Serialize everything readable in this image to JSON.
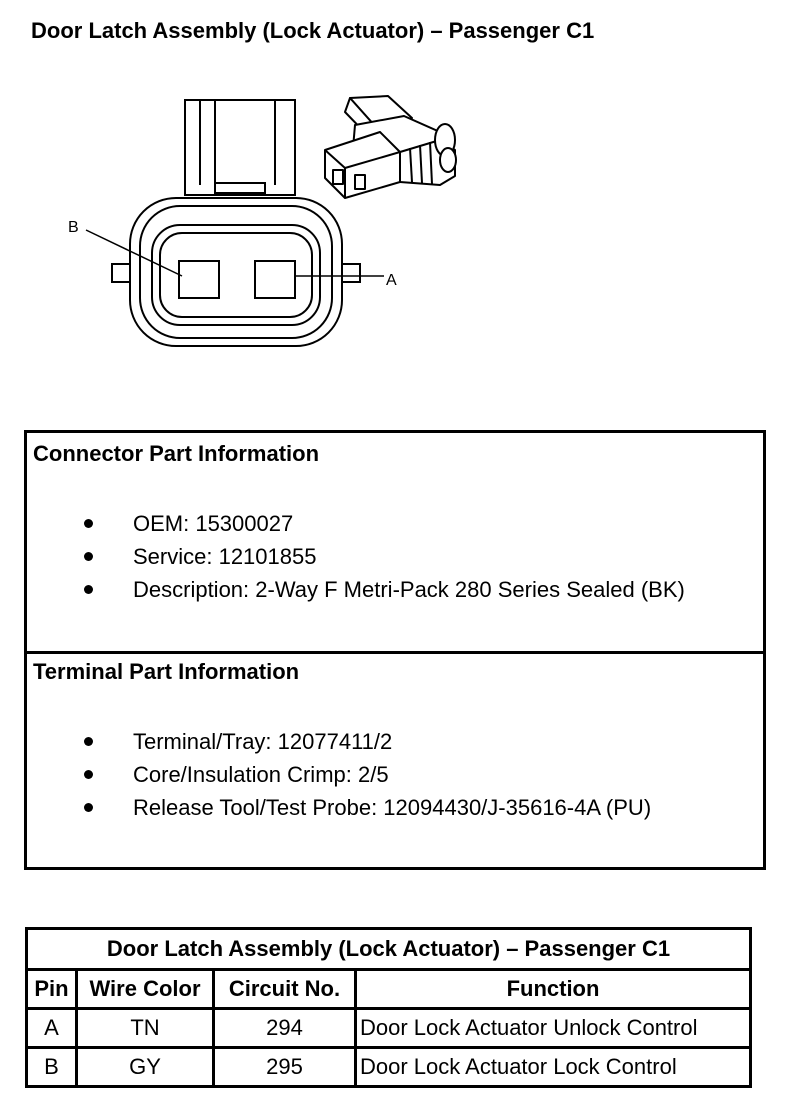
{
  "page_title": "Door Latch Assembly (Lock Actuator) – Passenger C1",
  "diagram": {
    "label_b": "B",
    "label_a": "A"
  },
  "connector_info": {
    "heading": "Connector Part Information",
    "items": [
      "OEM: 15300027",
      "Service: 12101855",
      "Description: 2-Way F Metri-Pack 280 Series Sealed (BK)"
    ]
  },
  "terminal_info": {
    "heading": "Terminal Part Information",
    "items": [
      "Terminal/Tray: 12077411/2",
      "Core/Insulation Crimp: 2/5",
      "Release Tool/Test Probe: 12094430/J-35616-4A (PU)"
    ]
  },
  "pin_table": {
    "caption": "Door Latch Assembly (Lock Actuator) – Passenger C1",
    "headers": [
      "Pin",
      "Wire Color",
      "Circuit No.",
      "Function"
    ],
    "rows": [
      [
        "A",
        "TN",
        "294",
        "Door Lock Actuator Unlock Control"
      ],
      [
        "B",
        "GY",
        "295",
        "Door Lock Actuator Lock Control"
      ]
    ]
  }
}
